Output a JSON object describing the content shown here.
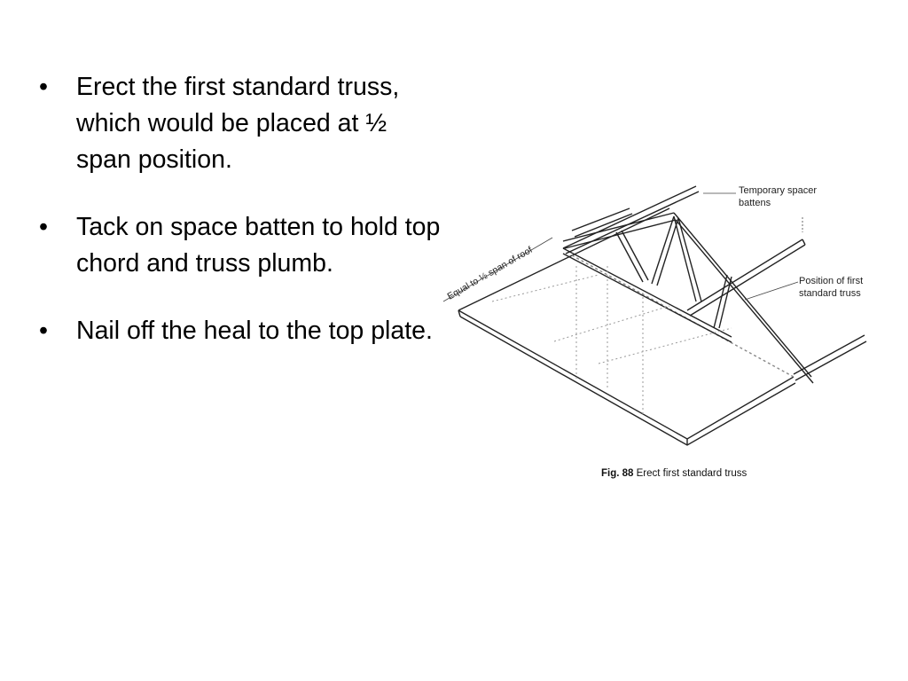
{
  "bullets": [
    {
      "text": "Erect the first standard truss, which would be placed at ½ span position."
    },
    {
      "text": "Tack on space batten to hold top chord  and truss plumb."
    },
    {
      "text": "Nail off the heal to the top plate."
    }
  ],
  "figure": {
    "label_spacer_battens": [
      "Temporary spacer",
      "battens"
    ],
    "label_first_truss": [
      "Position of first",
      "standard truss"
    ],
    "label_span": "Equal to ½ span of roof",
    "caption_number": "Fig. 88",
    "caption_text": "Erect first standard truss"
  },
  "bullet_glyph": "•"
}
